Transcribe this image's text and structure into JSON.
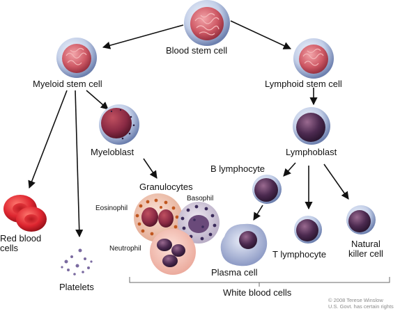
{
  "labels": {
    "blood_stem_cell": "Blood stem cell",
    "myeloid_stem_cell": "Myeloid stem cell",
    "lymphoid_stem_cell": "Lymphoid stem cell",
    "myeloblast": "Myeloblast",
    "lymphoblast": "Lymphoblast",
    "granulocytes": "Granulocytes",
    "eosinophil": "Eosinophil",
    "basophil": "Basophil",
    "neutrophil": "Neutrophil",
    "b_lymphocyte": "B lymphocyte",
    "red_blood_cells_line1": "Red blood",
    "red_blood_cells_line2": "cells",
    "platelets": "Platelets",
    "plasma_cell": "Plasma cell",
    "t_lymphocyte": "T lymphocyte",
    "natural_killer_line1": "Natural",
    "natural_killer_line2": "killer cell",
    "white_blood_cells": "White blood cells"
  },
  "copyright": {
    "line1": "© 2008 Terese Winslow",
    "line2": "U.S. Govt. has certain rights"
  },
  "colors": {
    "stem_cell_nucleus": "#c8505e",
    "membrane": "#b9c8e6",
    "lymphocyte_nucleus": "#4a2a4c",
    "red_blood_cell": "#d8202a",
    "eosinophil_granules": "#c0561e",
    "basophil_granules": "#4a3a6a",
    "neutrophil_cytoplasm": "#f2c0b6"
  }
}
